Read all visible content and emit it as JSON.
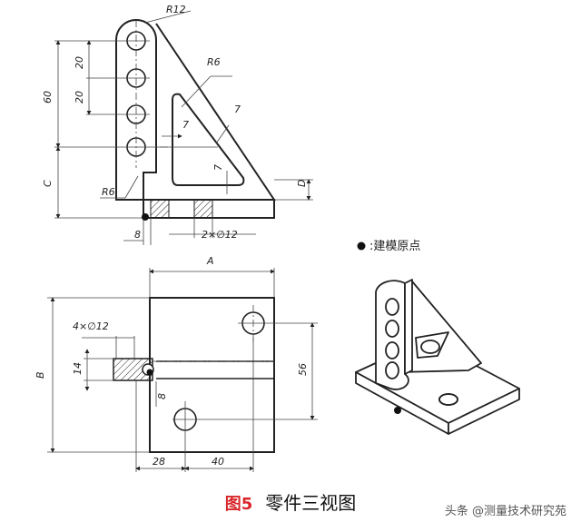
{
  "dimensions": {
    "r12": "R12",
    "r6_top": "R6",
    "r6_bottom": "R6",
    "d20a": "20",
    "d20b": "20",
    "d60": "60",
    "c": "C",
    "d7a": "7",
    "d7b": "7",
    "d7c": "7",
    "d": "D",
    "d8_front": "8",
    "holes_front": "2×∅12",
    "a": "A",
    "holes_top": "4×∅12",
    "d14": "14",
    "b": "B",
    "d8_top": "8",
    "d56": "56",
    "d28": "28",
    "d40": "40"
  },
  "legend": {
    "origin_label": "建模原点"
  },
  "caption": {
    "figure_number": "图5",
    "title": "零件三视图"
  },
  "watermark": "头条 @测量技术研究苑"
}
